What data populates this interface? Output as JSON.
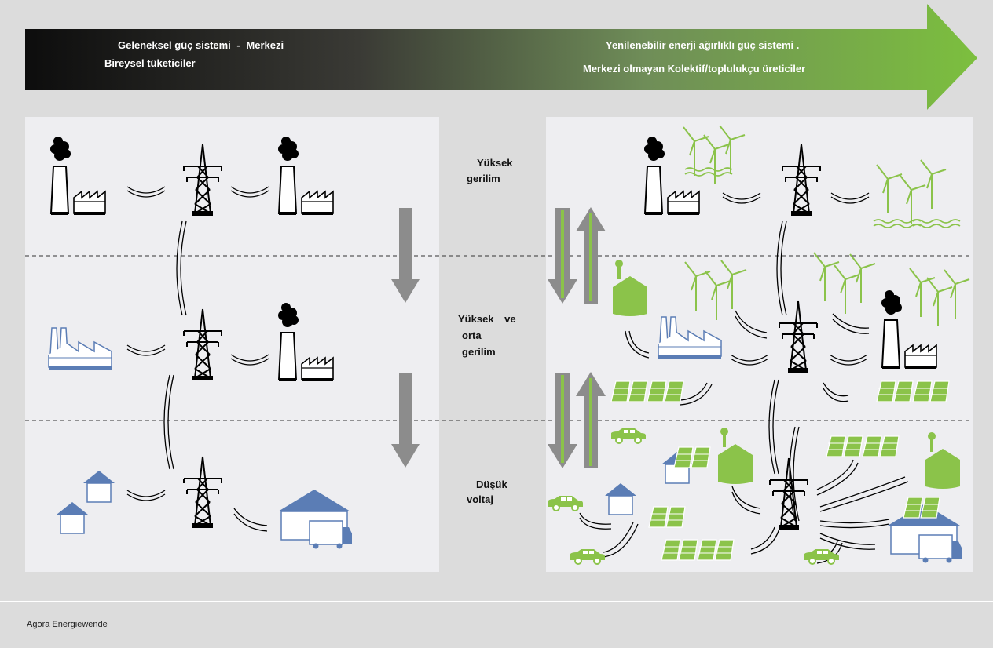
{
  "banner": {
    "left_title": "Geleneksel güç sistemi",
    "left_bullet": "-",
    "left_title_2": "Merkezi",
    "left_subtitle": "Bireysel tüketiciler",
    "right_title": "Yenilenebilir enerji ağırlıklı güç sistemi .",
    "right_subtitle": "Merkezi olmayan Kolektif/toplulukçu üreticiler",
    "colors": {
      "dark": "#111111",
      "green": "#7cb342"
    }
  },
  "levels": {
    "high_1": "Yüksek",
    "high_2": "gerilim",
    "mid_1": "Yüksek",
    "mid_1b": "ve",
    "mid_2": "orta",
    "mid_3": "gerilim",
    "low_1": "Düşük",
    "low_2": "voltaj"
  },
  "footer": {
    "source": "Agora Energiewende"
  },
  "colors": {
    "panel": "#eeeef1",
    "outer": "#dcdcdc",
    "blue": "#5b7db5",
    "green": "#8bc34a",
    "grey_arrow": "#8c8c8c"
  }
}
